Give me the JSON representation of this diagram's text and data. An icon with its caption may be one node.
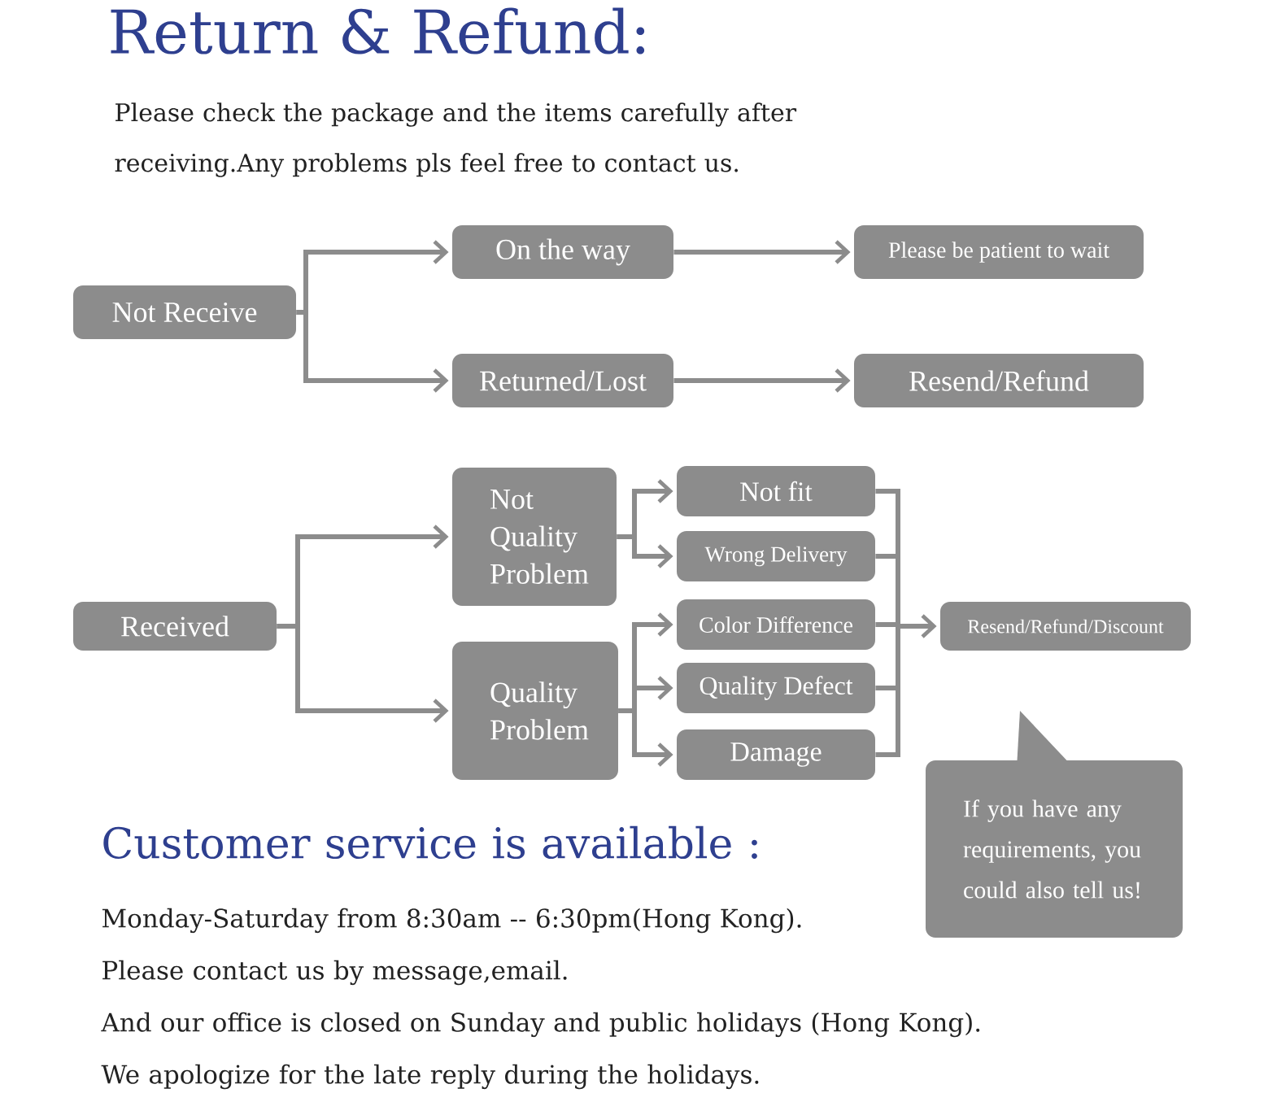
{
  "diagram": {
    "title": "Return & Refund:",
    "nodes": [
      {
        "text": [
          "Not Receive"
        ]
      },
      {
        "text": [
          "On the way"
        ]
      },
      {
        "text": [
          "Returned/Lost"
        ]
      },
      {
        "text": [
          "Please be patient to wait"
        ]
      },
      {
        "text": [
          "Resend/Refund"
        ]
      },
      {
        "text": [
          "Received"
        ]
      },
      {
        "text": [
          "Not Quality Problem"
        ]
      },
      {
        "text": [
          "Quality Problem"
        ]
      },
      {
        "text": [
          "Not fit"
        ]
      },
      {
        "text": [
          "Wrong Delivery"
        ]
      },
      {
        "text": [
          "Color Difference"
        ]
      },
      {
        "text": [
          "Quality Defect"
        ]
      },
      {
        "text": [
          "Damage"
        ]
      },
      {
        "text": [
          "Resend/Refund/Discount"
        ]
      },
      {
        "text": [
          "If you have any requirements, you could also tell us!"
        ]
      }
    ],
    "edges": [
      {
        "from": 0,
        "to": 1,
        "arrow": "to"
      },
      {
        "from": 0,
        "to": 2,
        "arrow": "to"
      },
      {
        "from": 1,
        "to": 3,
        "arrow": "to"
      },
      {
        "from": 2,
        "to": 4,
        "arrow": "to"
      },
      {
        "from": 5,
        "to": 6,
        "arrow": "to"
      },
      {
        "from": 5,
        "to": 7,
        "arrow": "to"
      },
      {
        "from": 6,
        "to": 8,
        "arrow": "to"
      },
      {
        "from": 6,
        "to": 9,
        "arrow": "to"
      },
      {
        "from": 7,
        "to": 10,
        "arrow": "to"
      },
      {
        "from": 7,
        "to": 11,
        "arrow": "to"
      },
      {
        "from": 7,
        "to": 12,
        "arrow": "to"
      },
      {
        "from": 8,
        "to": 13,
        "arrow": "to"
      },
      {
        "from": 9,
        "to": 13,
        "arrow": "to"
      },
      {
        "from": 10,
        "to": 13,
        "arrow": "to"
      },
      {
        "from": 11,
        "to": 13,
        "arrow": "to"
      },
      {
        "from": 12,
        "to": 13,
        "arrow": "to"
      }
    ],
    "labels": [
      "Please check the package and the items carefully after receiving.Any problems pls feel free to contact us.",
      "Customer service is available :",
      "Monday-Saturday from 8:30am -- 6:30pm(Hong Kong).",
      "Please contact us by message,email.",
      "And our office is closed on Sunday and public holidays (Hong Kong).",
      "We apologize for the late reply during the holidays."
    ]
  }
}
